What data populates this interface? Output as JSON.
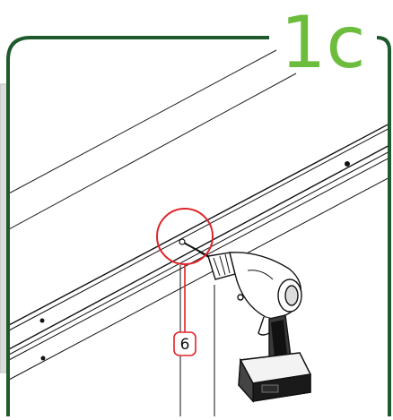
{
  "step": {
    "label": "1c",
    "color": "#6cbd3e"
  },
  "frame": {
    "border_color": "#1e5a2c"
  },
  "callout": {
    "part_number": "6",
    "color": "#e0242a"
  },
  "illustration": {
    "subject": "cordless-drill-driving-screw-into-rail",
    "icons": [
      "drill-icon",
      "screw-icon",
      "rail-profile"
    ]
  }
}
